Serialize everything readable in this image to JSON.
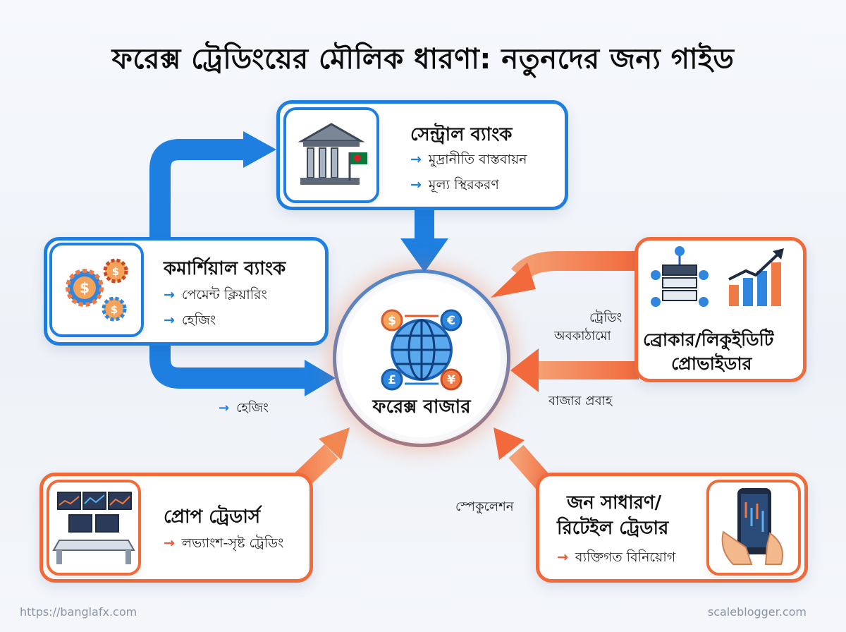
{
  "title": "ফরেক্স ট্রেডিংয়ের মৌলিক ধারণা: নতুনদের জন্য গাইড",
  "hub": {
    "label": "ফরেক্স বাজার",
    "icon": "globe-currency-exchange-icon"
  },
  "central_bank": {
    "title": "সেন্ট্রাল ব্যাংক",
    "items": [
      "মুদ্রানীতি বাস্তবায়ন",
      "মূল্য স্থিরকরণ"
    ],
    "icon": "bank-building-flag-icon"
  },
  "commercial_bank": {
    "title": "কমার্শিয়াল ব্যাংক",
    "items": [
      "পেমেন্ট ক্লিয়ারিং",
      "হেজিং"
    ],
    "icon": "gears-dollar-icon"
  },
  "broker": {
    "title_line1": "ব্রোকার/লিকুইডিটি",
    "title_line2": "প্রোভাইডার",
    "icon": "server-network-chart-icon"
  },
  "prop": {
    "title": "প্রোপ ট্রেডার্স",
    "items": [
      "লভ্যাংশ-সৃষ্ট ট্রেডিং"
    ],
    "icon": "trading-desk-icon"
  },
  "retail": {
    "title_line1": "জন সাধারণ/",
    "title_line2": "রিটেইল ট্রেডার",
    "items": [
      "ব্যক্তিগত বিনিয়োগ"
    ],
    "icon": "smartphone-trading-icon"
  },
  "flow_labels": {
    "trading_line1": "ট্রেডিং",
    "trading_line2": "অবকাঠামো",
    "market_flow": "বাজার প্রবাহ",
    "hedging": "হেজিং",
    "speculation": "স্পেকুলেশন"
  },
  "colors": {
    "blue": "#1e7fe0",
    "orange": "#f06a3a"
  },
  "footer": {
    "left": "https://banglafx.com",
    "right": "scaleblogger.com"
  }
}
